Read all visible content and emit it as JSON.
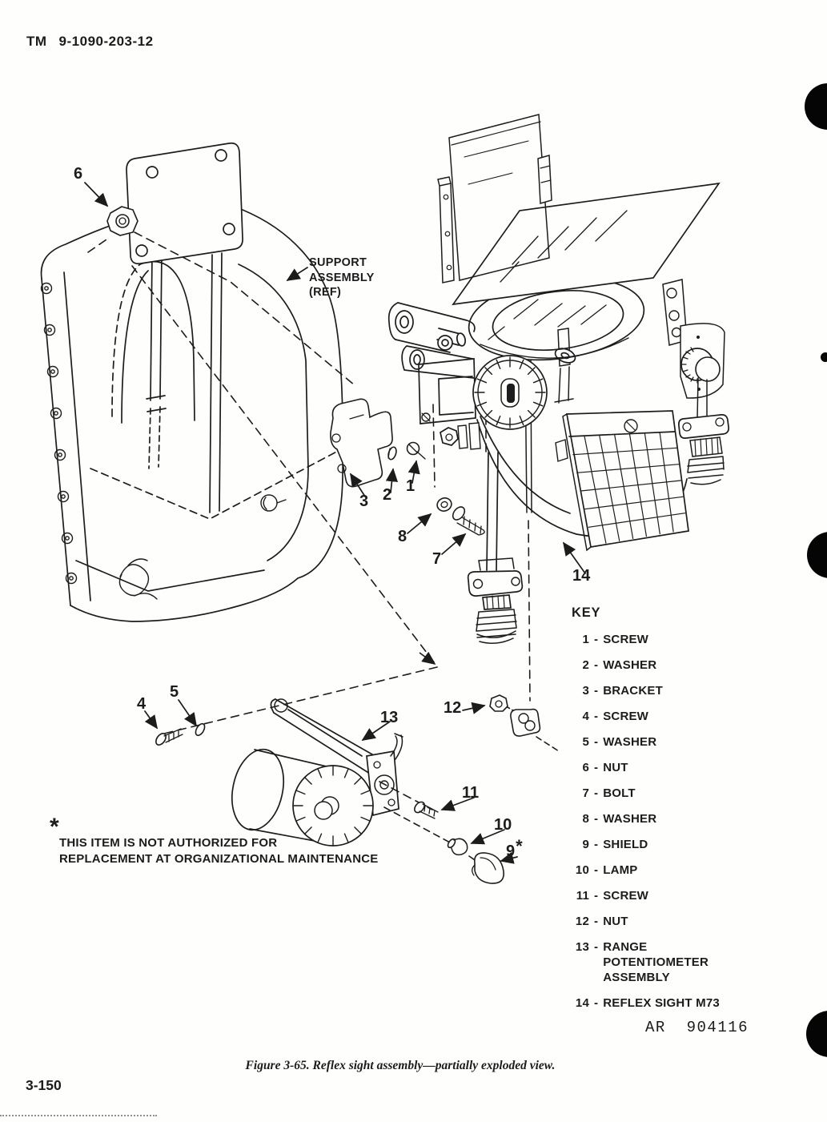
{
  "page": {
    "header_label": "TM",
    "header_number": "9-1090-203-12",
    "page_number": "3-150",
    "ar_number": "AR  904116",
    "caption": "Figure 3-65.  Reflex sight assembly—partially exploded view."
  },
  "figure": {
    "support_label": [
      "SUPPORT",
      "ASSEMBLY",
      "(REF)"
    ],
    "asterisk": "*",
    "note_lines": [
      "THIS ITEM IS NOT AUTHORIZED FOR",
      "REPLACEMENT AT ORGANIZATIONAL MAINTENANCE"
    ],
    "callouts": {
      "c1": "1",
      "c2": "2",
      "c3": "3",
      "c4": "4",
      "c5": "5",
      "c6": "6",
      "c7": "7",
      "c8": "8",
      "c9": "9",
      "c10": "10",
      "c11": "11",
      "c12": "12",
      "c13": "13",
      "c14": "14"
    }
  },
  "key": {
    "title": "KEY",
    "dash": "-",
    "items": [
      {
        "num": "1",
        "label": "SCREW"
      },
      {
        "num": "2",
        "label": "WASHER"
      },
      {
        "num": "3",
        "label": "BRACKET"
      },
      {
        "num": "4",
        "label": "SCREW"
      },
      {
        "num": "5",
        "label": "WASHER"
      },
      {
        "num": "6",
        "label": "NUT"
      },
      {
        "num": "7",
        "label": "BOLT"
      },
      {
        "num": "8",
        "label": "WASHER"
      },
      {
        "num": "9",
        "label": "SHIELD"
      },
      {
        "num": "10",
        "label": "LAMP"
      },
      {
        "num": "11",
        "label": "SCREW"
      },
      {
        "num": "12",
        "label": "NUT"
      },
      {
        "num": "13",
        "label": "RANGE POTENTIOMETER ASSEMBLY"
      },
      {
        "num": "14",
        "label": "REFLEX SIGHT M73"
      }
    ]
  }
}
